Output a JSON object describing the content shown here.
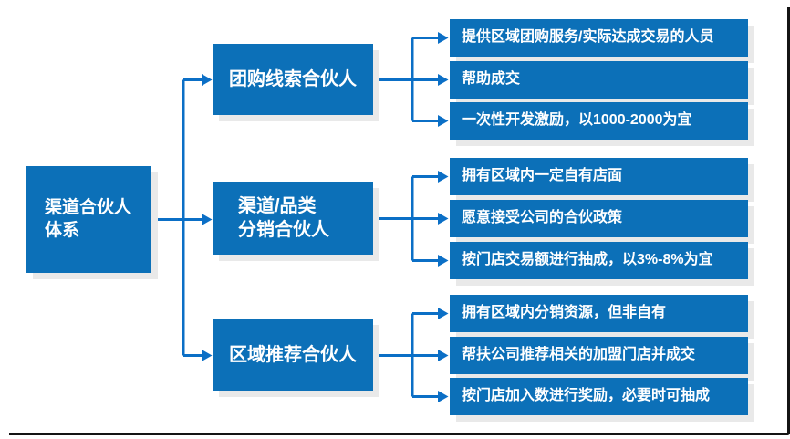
{
  "colors": {
    "box_blue": "#0C70B8",
    "connector_blue": "#0B6FC6",
    "shadow_gray": "#e9e9e9",
    "text_white": "#ffffff",
    "frame_black": "#141414"
  },
  "root": {
    "label": "渠道合伙人\n体系"
  },
  "branches": [
    {
      "title": "团购线索合伙人",
      "children": [
        "提供区域团购服务/实际达成交易的人员",
        "帮助成交",
        "一次性开发激励，以1000-2000为宜"
      ]
    },
    {
      "title": "渠道/品类\n分销合伙人",
      "children": [
        "拥有区域内一定自有店面",
        "愿意接受公司的合伙政策",
        "按门店交易额进行抽成，以3%-8%为宜"
      ]
    },
    {
      "title": "区域推荐合伙人",
      "children": [
        "拥有区域内分销资源，但非自有",
        "帮扶公司推荐相关的加盟门店并成交",
        "按门店加入数进行奖励，必要时可抽成"
      ]
    }
  ]
}
